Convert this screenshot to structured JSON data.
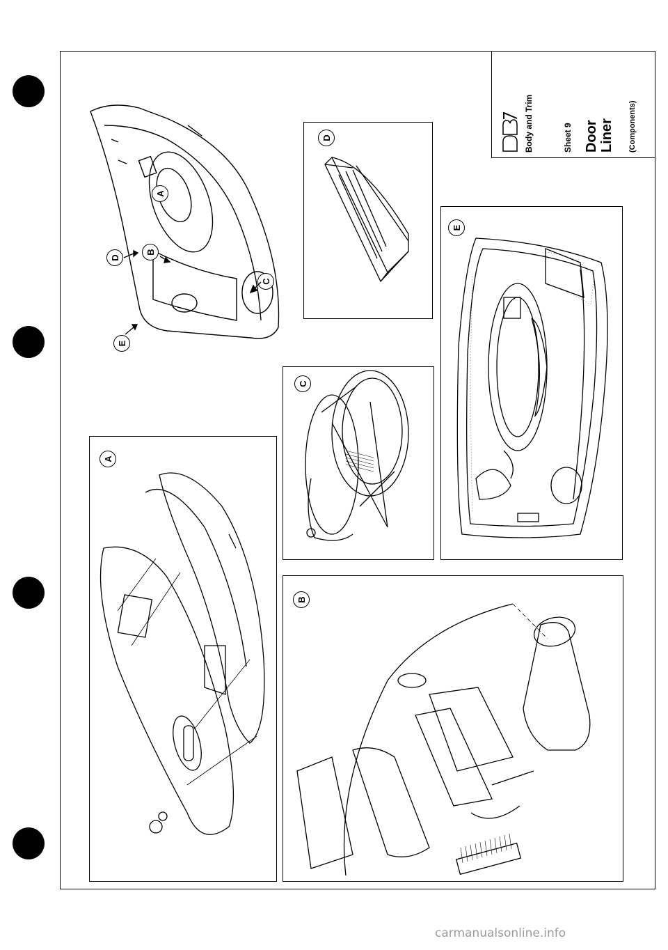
{
  "title_block": {
    "logo": "DB7",
    "section": "Body and Trim",
    "sheet": "Sheet 9",
    "name_line1": "Door",
    "name_line2": "Liner",
    "subtitle": "(Components)"
  },
  "callouts": {
    "main_a": "A",
    "main_b": "B",
    "main_c": "C",
    "main_d": "D",
    "main_e": "E"
  },
  "panels": {
    "a": {
      "label": "A"
    },
    "b": {
      "label": "B"
    },
    "c": {
      "label": "C"
    },
    "d": {
      "label": "D"
    },
    "e": {
      "label": "E"
    }
  },
  "footer": {
    "watermark": "carmanualsonline.info"
  },
  "colors": {
    "ink": "#000000",
    "paper": "#ffffff",
    "watermark": "#9a9a9a"
  }
}
